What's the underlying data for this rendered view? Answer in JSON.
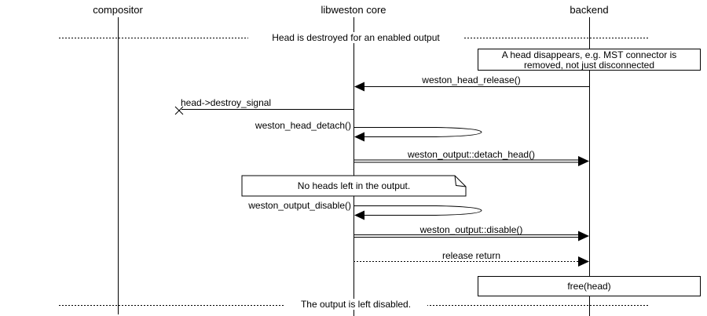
{
  "diagram": {
    "actors": {
      "compositor": "compositor",
      "libweston": "libweston core",
      "backend": "backend"
    },
    "dividers": {
      "top": "Head is destroyed for an enabled output",
      "bottom": "The output is left disabled."
    },
    "boxes": {
      "head_disappears": "A head disappears, e.g. MST connector is removed, not just disconnected",
      "free_head": "free(head)"
    },
    "notes": {
      "no_heads": "No heads left in the output."
    },
    "messages": {
      "head_release": "weston_head_release()",
      "destroy_signal": "head->destroy_signal",
      "head_detach": "weston_head_detach()",
      "detach_head": "weston_output::detach_head()",
      "output_disable": "weston_output_disable()",
      "disable": "weston_output::disable()",
      "release_return": "release return"
    },
    "colors": {
      "line": "#000000",
      "background": "#ffffff"
    }
  }
}
